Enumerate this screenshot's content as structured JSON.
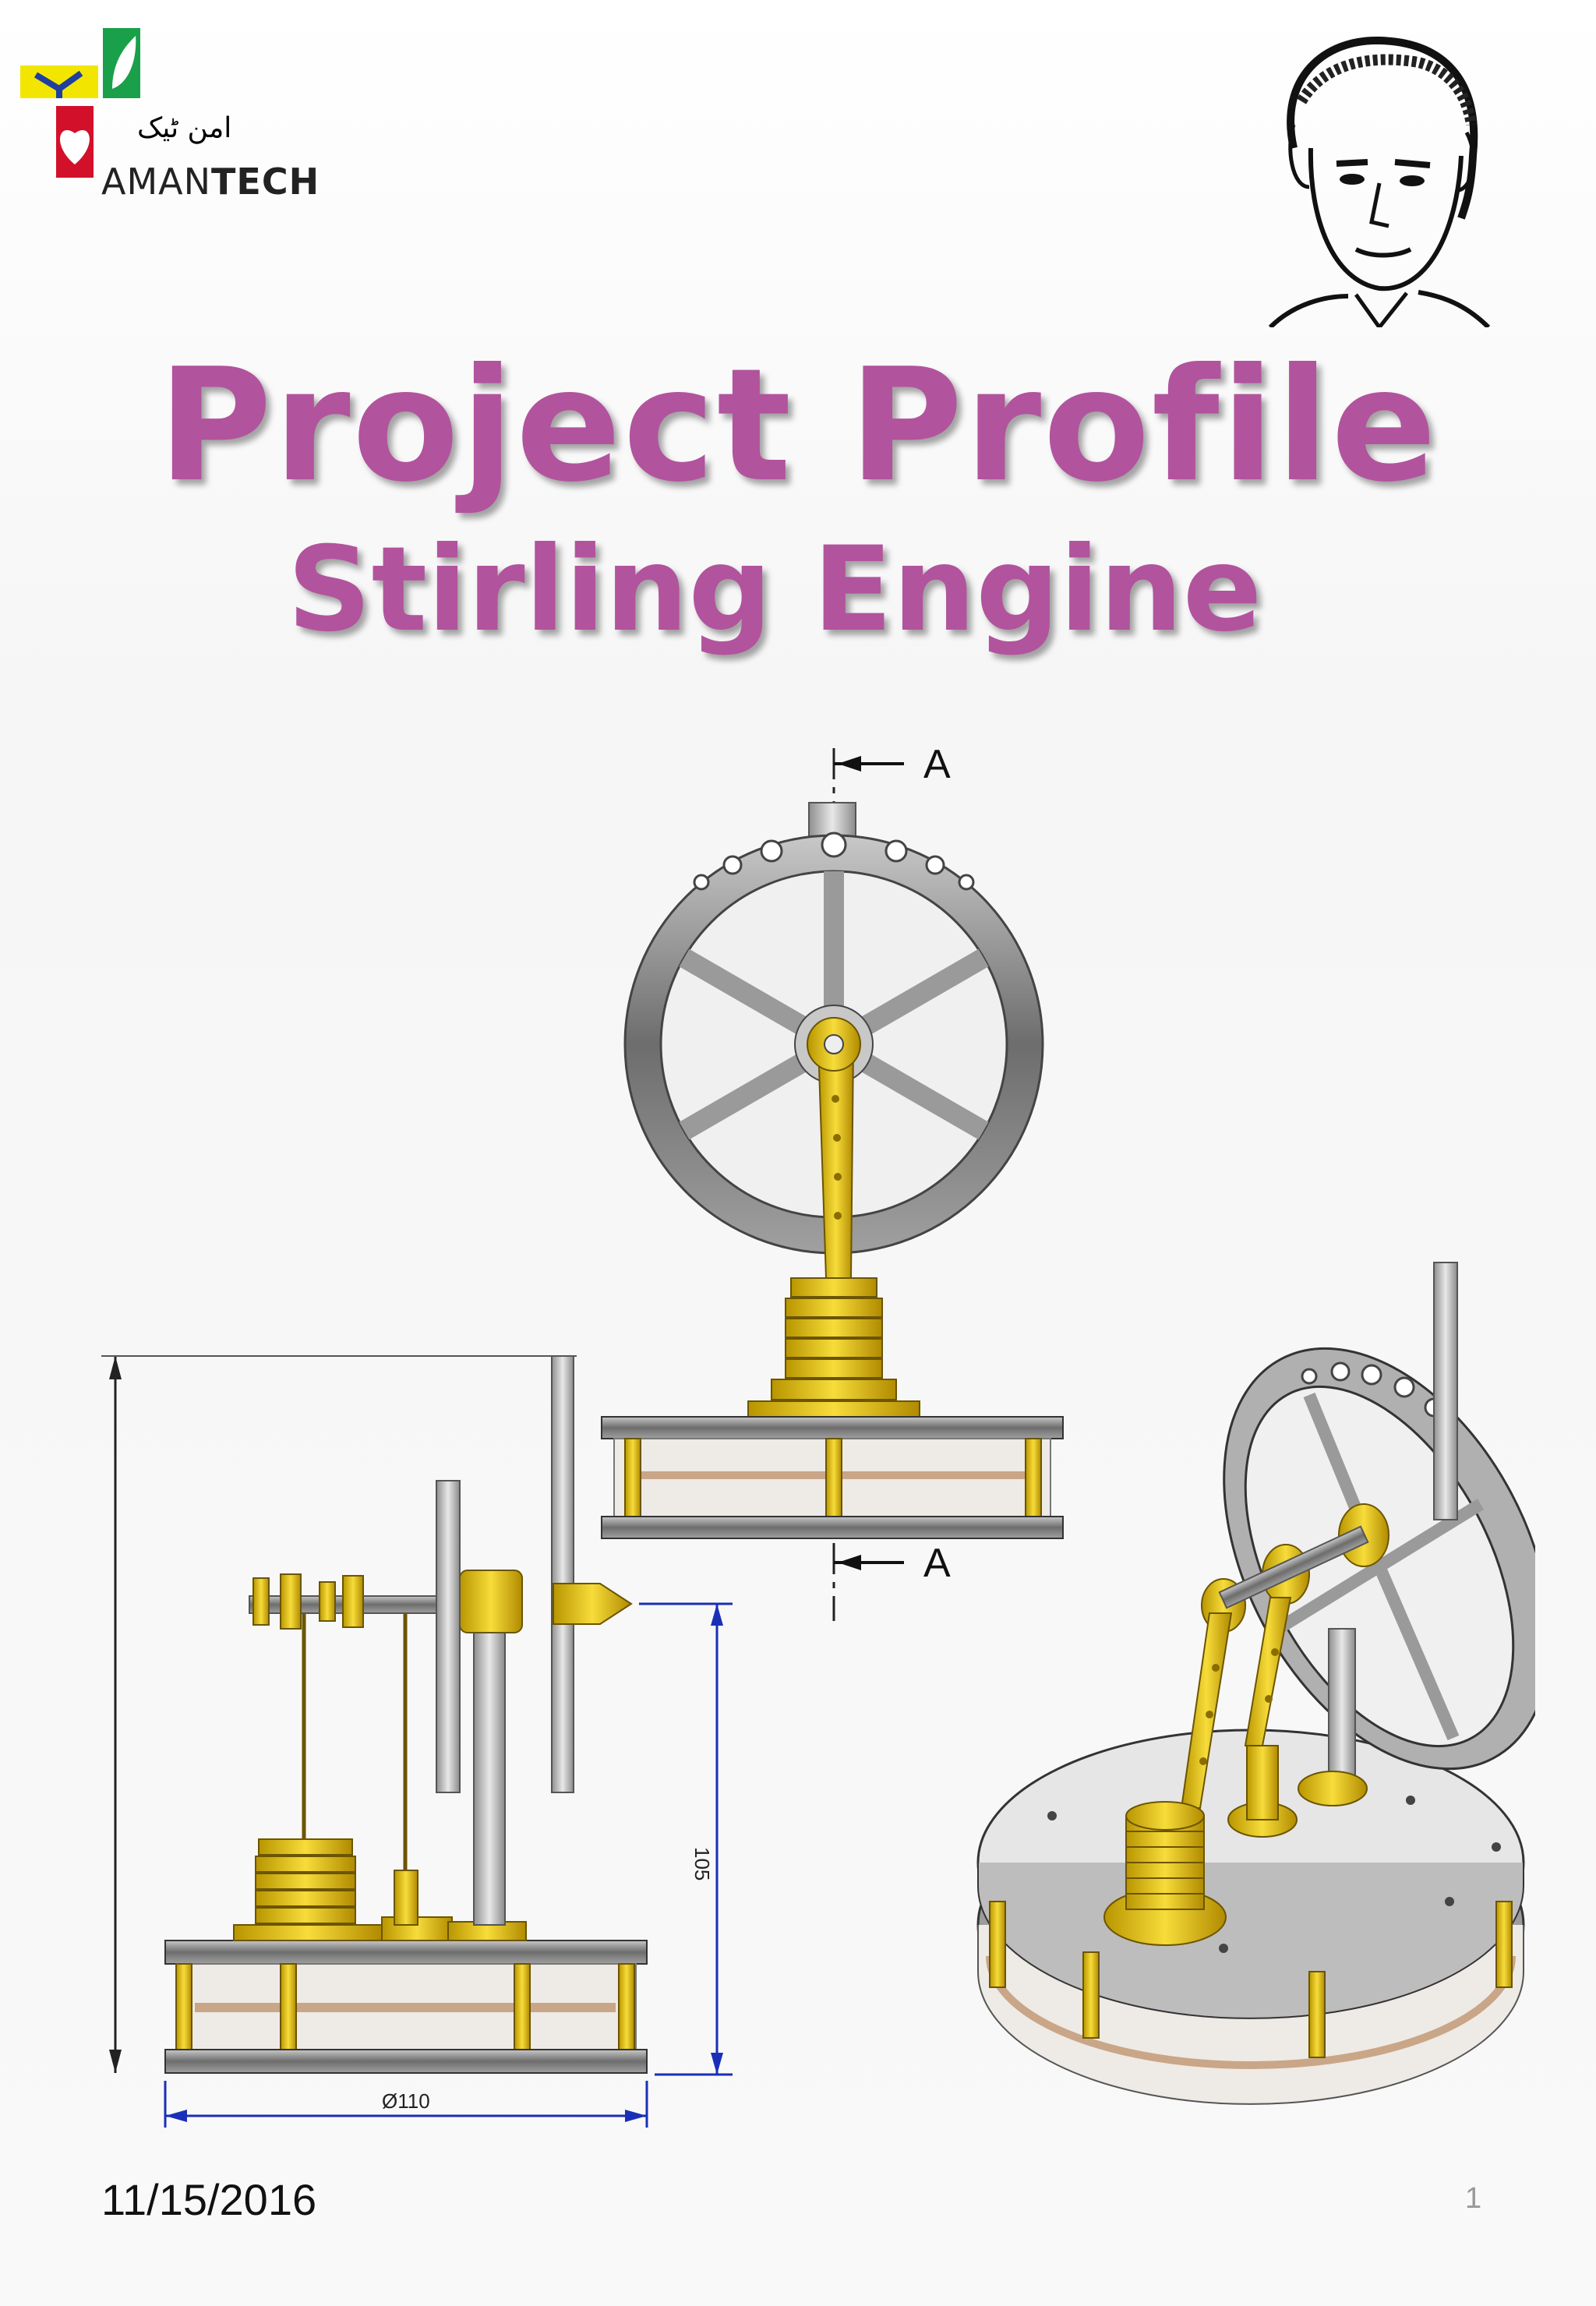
{
  "logo": {
    "urdu_text": "امن ٹیک",
    "name_regular": "AMAN",
    "name_bold": "TECH"
  },
  "title": {
    "line1": "Project  Profile",
    "line2": "Stirling Engine"
  },
  "drawing": {
    "section_label_top": "A",
    "section_label_bottom": "A",
    "height_dimension": "105",
    "diameter_dimension": "Ø110"
  },
  "footer": {
    "date": "11/15/2016",
    "page_number": "1"
  },
  "colors": {
    "title": "#b2539e",
    "brass": "#e6c11c",
    "steel": "#b9b9b9",
    "dimension_blue": "#1a2fb8"
  }
}
